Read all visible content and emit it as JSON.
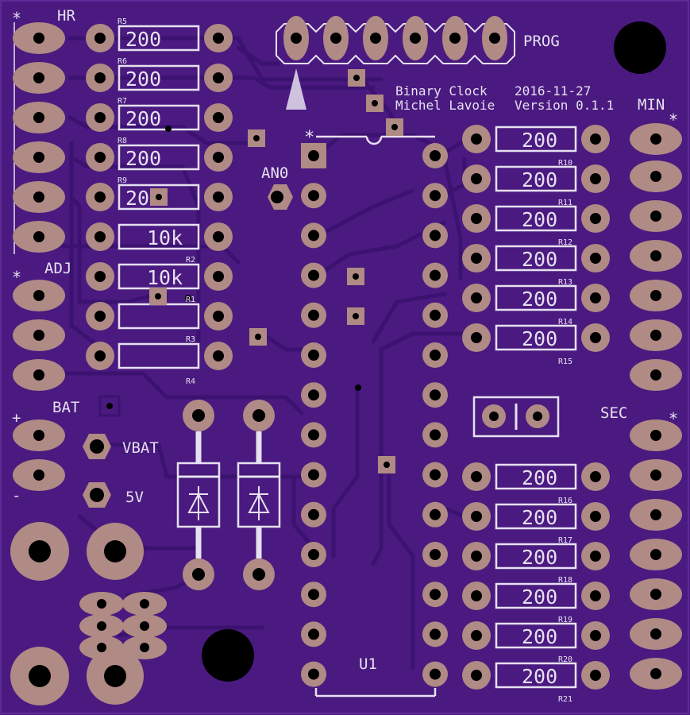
{
  "board": {
    "title": "Binary Clock",
    "date": "2016-11-27",
    "author": "Michel Lavoie",
    "version": "Version 0.1.1"
  },
  "labels": {
    "hr": "HR",
    "adj": "ADJ",
    "bat": "BAT",
    "bat_plus": "+",
    "bat_minus": "-",
    "vbat": "VBAT",
    "five_v": "5V",
    "an0": "AN0",
    "prog": "PROG",
    "min": "MIN",
    "sec": "SEC",
    "u1": "U1",
    "pin1_mark": "*"
  },
  "left_resistors": [
    {
      "ref": "R5",
      "value": "200"
    },
    {
      "ref": "R6",
      "value": "200"
    },
    {
      "ref": "R7",
      "value": "200"
    },
    {
      "ref": "R8",
      "value": "200"
    },
    {
      "ref": "R9",
      "value": "20"
    },
    {
      "ref": "",
      "value": "10k"
    },
    {
      "ref": "R2",
      "value": "10k"
    },
    {
      "ref": "R1",
      "value": ""
    },
    {
      "ref": "R3",
      "value": ""
    }
  ],
  "r4_ref": "R4",
  "right_resistors_top": [
    {
      "ref": "R10",
      "value": "200"
    },
    {
      "ref": "R11",
      "value": "200"
    },
    {
      "ref": "R12",
      "value": "200"
    },
    {
      "ref": "R13",
      "value": "200"
    },
    {
      "ref": "R14",
      "value": "200"
    },
    {
      "ref": "R15",
      "value": "200"
    }
  ],
  "right_resistors_bottom": [
    {
      "ref": "R16",
      "value": "200"
    },
    {
      "ref": "R17",
      "value": "200"
    },
    {
      "ref": "R18",
      "value": "200"
    },
    {
      "ref": "R19",
      "value": "200"
    },
    {
      "ref": "R20",
      "value": "200"
    },
    {
      "ref": "R21",
      "value": "200"
    }
  ],
  "colors": {
    "board": "#4a1a80",
    "trace": "#3d1470",
    "silkscreen": "#e6e0f0",
    "copper_pad": "#b08a84",
    "hole": "#000000"
  }
}
